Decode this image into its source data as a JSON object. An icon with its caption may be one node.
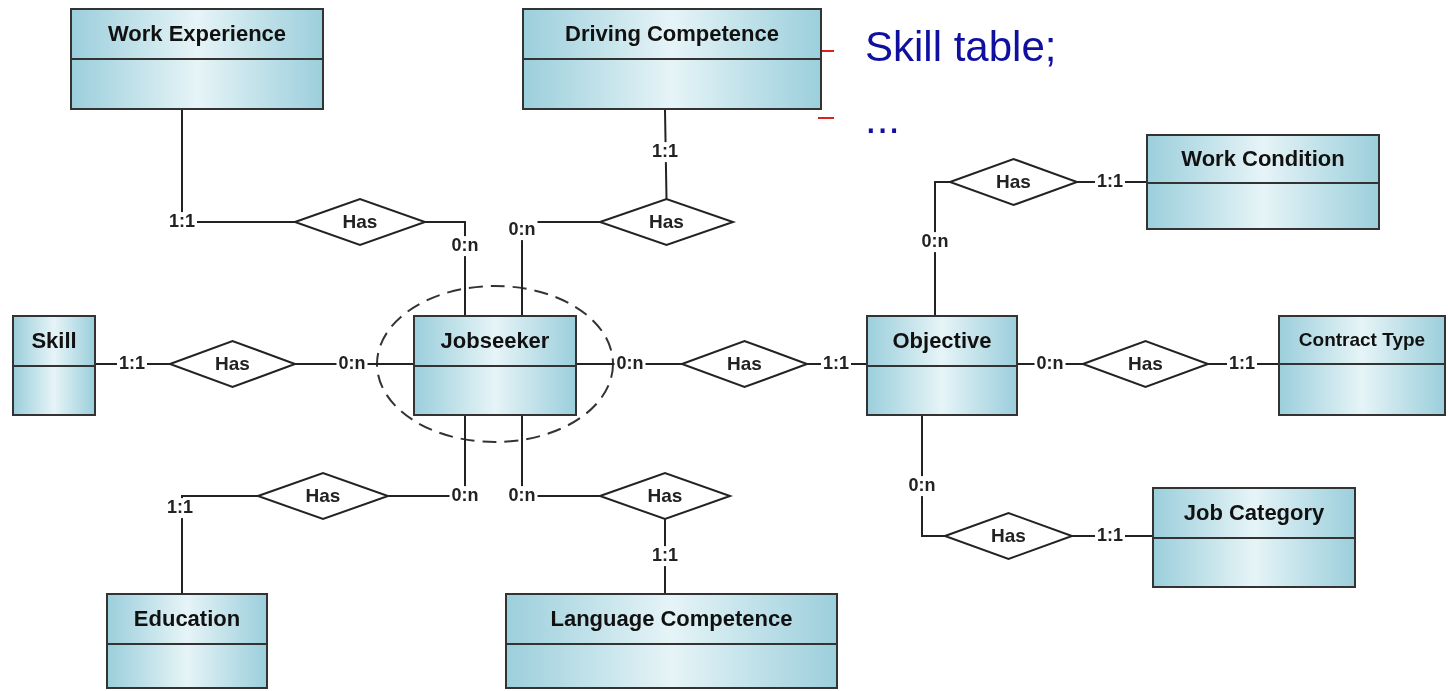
{
  "diagram": {
    "nodes": [
      {
        "text": [
          "Work Experience"
        ]
      },
      {
        "text": [
          "Driving Competence"
        ]
      },
      {
        "text": [
          "Skill"
        ]
      },
      {
        "text": [
          "Jobseeker"
        ]
      },
      {
        "text": [
          "Objective"
        ]
      },
      {
        "text": [
          "Contract Type"
        ]
      },
      {
        "text": [
          "Work Condition"
        ]
      },
      {
        "text": [
          "Job Category"
        ]
      },
      {
        "text": [
          "Education"
        ]
      },
      {
        "text": [
          "Language Competence"
        ]
      },
      {
        "text": [
          "Has"
        ]
      },
      {
        "text": [
          "Has"
        ]
      },
      {
        "text": [
          "Has"
        ]
      },
      {
        "text": [
          "Has"
        ]
      },
      {
        "text": [
          "Has"
        ]
      },
      {
        "text": [
          "Has"
        ]
      },
      {
        "text": [
          "Has"
        ]
      },
      {
        "text": [
          "Has"
        ]
      },
      {
        "text": [
          "Has"
        ]
      }
    ],
    "edges": [
      {
        "from": 0,
        "to": 10,
        "arrow": "none",
        "label": "1:1"
      },
      {
        "from": 10,
        "to": 3,
        "arrow": "none",
        "label": "0:n"
      },
      {
        "from": 1,
        "to": 11,
        "arrow": "none",
        "label": "1:1"
      },
      {
        "from": 11,
        "to": 3,
        "arrow": "none",
        "label": "0:n"
      },
      {
        "from": 2,
        "to": 12,
        "arrow": "none",
        "label": "1:1"
      },
      {
        "from": 12,
        "to": 3,
        "arrow": "none",
        "label": "0:n"
      },
      {
        "from": 3,
        "to": 13,
        "arrow": "none",
        "label": "0:n"
      },
      {
        "from": 13,
        "to": 4,
        "arrow": "none",
        "label": "1:1"
      },
      {
        "from": 4,
        "to": 14,
        "arrow": "none",
        "label": "0:n"
      },
      {
        "from": 14,
        "to": 6,
        "arrow": "none",
        "label": "1:1"
      },
      {
        "from": 4,
        "to": 15,
        "arrow": "none",
        "label": "0:n"
      },
      {
        "from": 15,
        "to": 5,
        "arrow": "none",
        "label": "1:1"
      },
      {
        "from": 4,
        "to": 18,
        "arrow": "none",
        "label": "0:n"
      },
      {
        "from": 18,
        "to": 7,
        "arrow": "none",
        "label": "1:1"
      },
      {
        "from": 3,
        "to": 16,
        "arrow": "none",
        "label": "0:n"
      },
      {
        "from": 16,
        "to": 8,
        "arrow": "none",
        "label": "1:1"
      },
      {
        "from": 3,
        "to": 17,
        "arrow": "none",
        "label": "0:n"
      },
      {
        "from": 17,
        "to": 9,
        "arrow": "none",
        "label": "1:1"
      }
    ],
    "labels": [
      "Skill table;",
      "..."
    ]
  }
}
